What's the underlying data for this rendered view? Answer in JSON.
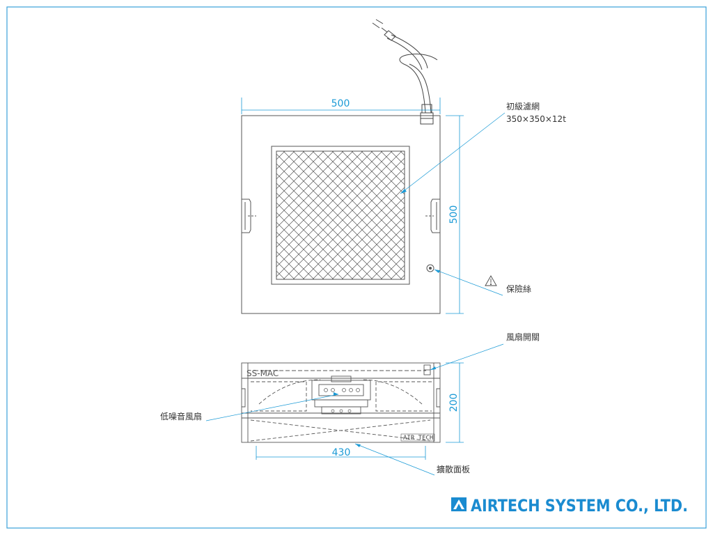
{
  "dimensions": {
    "front_width": "500",
    "front_height": "500",
    "side_height": "200",
    "bottom_width": "430"
  },
  "callouts": {
    "filter_title": "初級濾網",
    "filter_spec": "350×350×12t",
    "fuse": "保險絲",
    "fan_switch": "風扇開關",
    "low_noise_fan": "低噪音風扇",
    "diffuser_panel": "擴散面板"
  },
  "side_view": {
    "model_label": "SS-MAC",
    "brand_plate": "AIR TECH"
  },
  "brand": {
    "company": "AIRTECH SYSTEM CO., LTD.",
    "color": "#1a8bd0"
  },
  "colors": {
    "dimension": "#1a9ad6",
    "frame": "#3aa0d8",
    "line": "#555555"
  }
}
